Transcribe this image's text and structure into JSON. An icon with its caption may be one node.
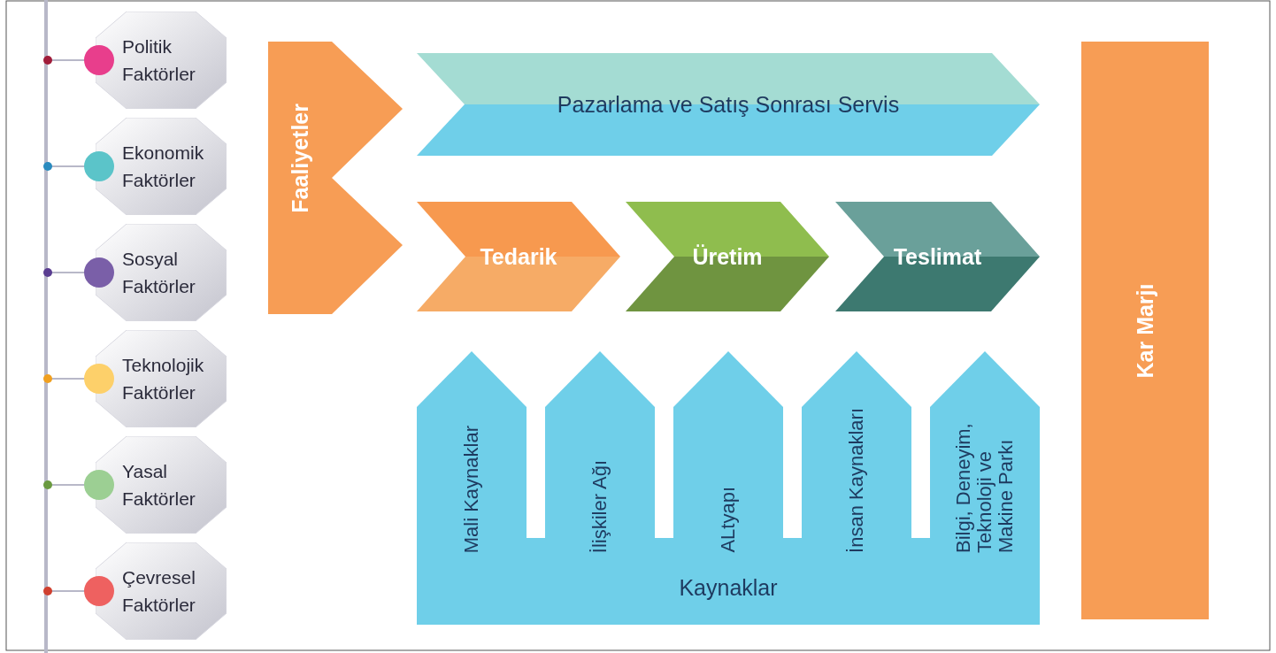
{
  "diagram": {
    "nodes": [
      {
        "text": [
          "Politik Faktörler"
        ]
      },
      {
        "text": [
          "Ekonomik Faktörler"
        ]
      },
      {
        "text": [
          "Sosyal Faktörler"
        ]
      },
      {
        "text": [
          "Teknolojik Faktörler"
        ]
      },
      {
        "text": [
          "Yasal Faktörler"
        ]
      },
      {
        "text": [
          "Çevresel Faktörler"
        ]
      },
      {
        "text": [
          "Faaliyetler"
        ]
      },
      {
        "text": [
          "Pazarlama ve Satış Sonrası Servis"
        ]
      },
      {
        "text": [
          "Tedarik"
        ]
      },
      {
        "text": [
          "Üretim"
        ]
      },
      {
        "text": [
          "Teslimat"
        ]
      },
      {
        "text": [
          "Kaynaklar"
        ]
      },
      {
        "text": [
          "Mali Kaynaklar"
        ]
      },
      {
        "text": [
          "İlişkiler Ağı"
        ]
      },
      {
        "text": [
          "ALtyapı"
        ]
      },
      {
        "text": [
          "İnsan Kaynakları"
        ]
      },
      {
        "text": [
          "Bilgi, Deneyim, Teknoloji ve Makine Parkı"
        ]
      },
      {
        "text": [
          "Kar Marjı"
        ]
      },
      {
        "text": [],
        "shape": "bar"
      }
    ],
    "edges": [
      {
        "from": 18,
        "to": 0,
        "arrow": "other"
      },
      {
        "from": 18,
        "to": 1,
        "arrow": "other"
      },
      {
        "from": 18,
        "to": 2,
        "arrow": "other"
      },
      {
        "from": 18,
        "to": 3,
        "arrow": "other"
      },
      {
        "from": 18,
        "to": 4,
        "arrow": "other"
      },
      {
        "from": 18,
        "to": 5,
        "arrow": "other"
      }
    ]
  }
}
